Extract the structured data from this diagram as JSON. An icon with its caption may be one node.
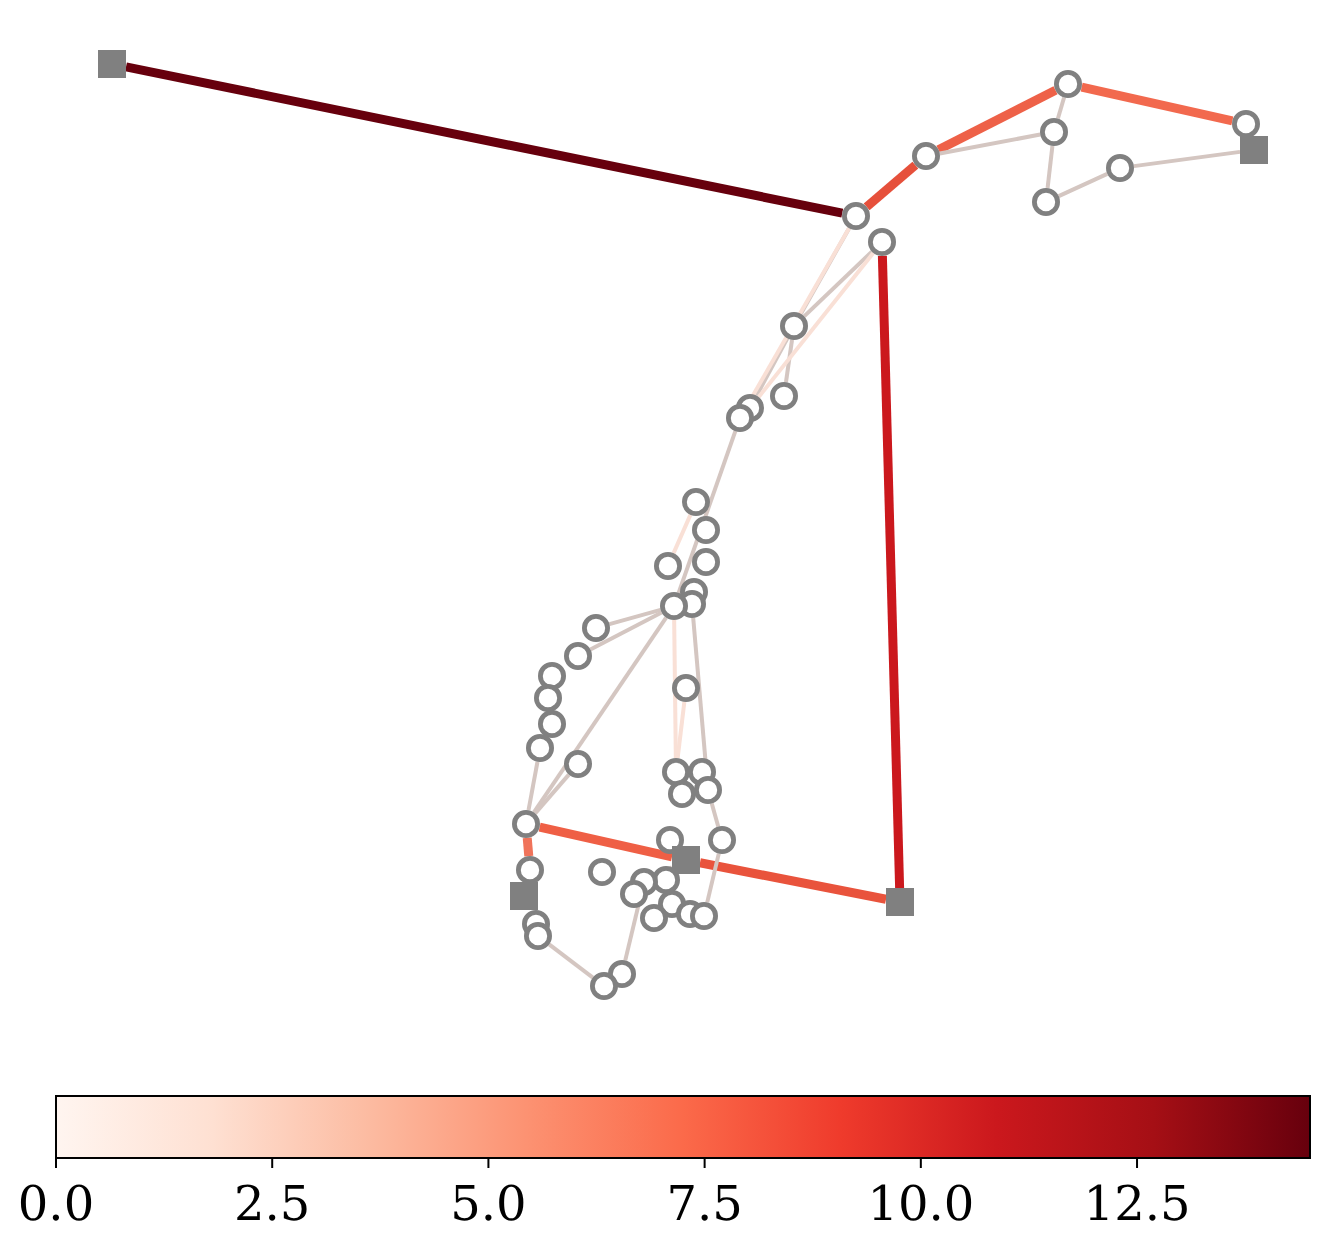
{
  "diagram": {
    "nodes": [
      {
        "text": [],
        "shape": "box"
      },
      {
        "text": [],
        "shape": "circle"
      },
      {
        "text": [],
        "shape": "circle"
      },
      {
        "text": [],
        "shape": "circle"
      },
      {
        "text": [],
        "shape": "box"
      },
      {
        "text": [],
        "shape": "circle"
      },
      {
        "text": [],
        "shape": "circle"
      },
      {
        "text": [],
        "shape": "circle"
      },
      {
        "text": [],
        "shape": "circle"
      },
      {
        "text": [],
        "shape": "circle"
      },
      {
        "text": [],
        "shape": "circle"
      },
      {
        "text": [],
        "shape": "circle"
      },
      {
        "text": [],
        "shape": "circle"
      },
      {
        "text": [],
        "shape": "circle"
      },
      {
        "text": [],
        "shape": "circle"
      },
      {
        "text": [],
        "shape": "circle"
      },
      {
        "text": [],
        "shape": "circle"
      },
      {
        "text": [],
        "shape": "circle"
      },
      {
        "text": [],
        "shape": "circle"
      },
      {
        "text": [],
        "shape": "circle"
      },
      {
        "text": [],
        "shape": "circle"
      },
      {
        "text": [],
        "shape": "circle"
      },
      {
        "text": [],
        "shape": "circle"
      },
      {
        "text": [],
        "shape": "circle"
      },
      {
        "text": [],
        "shape": "circle"
      },
      {
        "text": [],
        "shape": "circle"
      },
      {
        "text": [],
        "shape": "circle"
      },
      {
        "text": [],
        "shape": "circle"
      },
      {
        "text": [],
        "shape": "circle"
      },
      {
        "text": [],
        "shape": "circle"
      },
      {
        "text": [],
        "shape": "circle"
      },
      {
        "text": [],
        "shape": "circle"
      },
      {
        "text": [],
        "shape": "circle"
      },
      {
        "text": [],
        "shape": "circle"
      },
      {
        "text": [],
        "shape": "circle"
      },
      {
        "text": [],
        "shape": "circle"
      },
      {
        "text": [],
        "shape": "box"
      },
      {
        "text": [],
        "shape": "circle"
      },
      {
        "text": [],
        "shape": "circle"
      },
      {
        "text": [],
        "shape": "circle"
      },
      {
        "text": [],
        "shape": "circle"
      },
      {
        "text": [],
        "shape": "circle"
      },
      {
        "text": [],
        "shape": "box"
      },
      {
        "text": [],
        "shape": "box"
      },
      {
        "text": [],
        "shape": "circle"
      },
      {
        "text": [],
        "shape": "circle"
      },
      {
        "text": [],
        "shape": "circle"
      },
      {
        "text": [],
        "shape": "circle"
      },
      {
        "text": [],
        "shape": "circle"
      },
      {
        "text": [],
        "shape": "circle"
      },
      {
        "text": [],
        "shape": "circle"
      },
      {
        "text": [],
        "shape": "circle"
      }
    ],
    "edges": [
      {
        "from": 0,
        "to": 8,
        "arrow": "none",
        "style": "thick",
        "color": "#67000d"
      },
      {
        "from": 8,
        "to": 5,
        "arrow": "none",
        "style": "thick",
        "color": "#e6503b"
      },
      {
        "from": 5,
        "to": 1,
        "arrow": "none",
        "style": "thick",
        "color": "#ee6148"
      },
      {
        "from": 1,
        "to": 2,
        "arrow": "none",
        "style": "thick",
        "color": "#f2694e"
      },
      {
        "from": 9,
        "to": 43,
        "arrow": "none",
        "style": "thick",
        "color": "#cb181d"
      },
      {
        "from": 43,
        "to": 36,
        "arrow": "none",
        "style": "thick",
        "color": "#e9533c"
      },
      {
        "from": 36,
        "to": 33,
        "arrow": "none",
        "style": "thick",
        "color": "#ef5f45"
      },
      {
        "from": 33,
        "to": 37,
        "arrow": "none",
        "style": "thick",
        "color": "#f0735a"
      },
      {
        "from": 5,
        "to": 3,
        "arrow": "none"
      },
      {
        "from": 1,
        "to": 3,
        "arrow": "none"
      },
      {
        "from": 3,
        "to": 7,
        "arrow": "none"
      },
      {
        "from": 7,
        "to": 6,
        "arrow": "none"
      },
      {
        "from": 6,
        "to": 4,
        "arrow": "none"
      },
      {
        "from": 8,
        "to": 10,
        "arrow": "none"
      },
      {
        "from": 9,
        "to": 10,
        "arrow": "none"
      },
      {
        "from": 10,
        "to": 11,
        "arrow": "none"
      },
      {
        "from": 10,
        "to": 12,
        "arrow": "none"
      },
      {
        "from": 8,
        "to": 13,
        "arrow": "none",
        "color": "#f9e0d6"
      },
      {
        "from": 9,
        "to": 12,
        "arrow": "none",
        "color": "#f9e0d6"
      },
      {
        "from": 13,
        "to": 20,
        "arrow": "none"
      },
      {
        "from": 14,
        "to": 17,
        "arrow": "none",
        "color": "#f9e0d6"
      },
      {
        "from": 20,
        "to": 21,
        "arrow": "none"
      },
      {
        "from": 20,
        "to": 22,
        "arrow": "none"
      },
      {
        "from": 20,
        "to": 33,
        "arrow": "none"
      },
      {
        "from": 20,
        "to": 29,
        "arrow": "none",
        "color": "#f9e0d6"
      },
      {
        "from": 24,
        "to": 29,
        "arrow": "none",
        "color": "#f9e0d6"
      },
      {
        "from": 19,
        "to": 32,
        "arrow": "none"
      },
      {
        "from": 32,
        "to": 34,
        "arrow": "none"
      },
      {
        "from": 34,
        "to": 46,
        "arrow": "none"
      },
      {
        "from": 27,
        "to": 33,
        "arrow": "none"
      },
      {
        "from": 28,
        "to": 33,
        "arrow": "none"
      },
      {
        "from": 36,
        "to": 40,
        "arrow": "none"
      },
      {
        "from": 40,
        "to": 50,
        "arrow": "none"
      },
      {
        "from": 51,
        "to": 49,
        "arrow": "none"
      }
    ],
    "labels": [
      "0.0",
      "2.5",
      "5.0",
      "7.5",
      "10.0",
      "12.5"
    ]
  }
}
